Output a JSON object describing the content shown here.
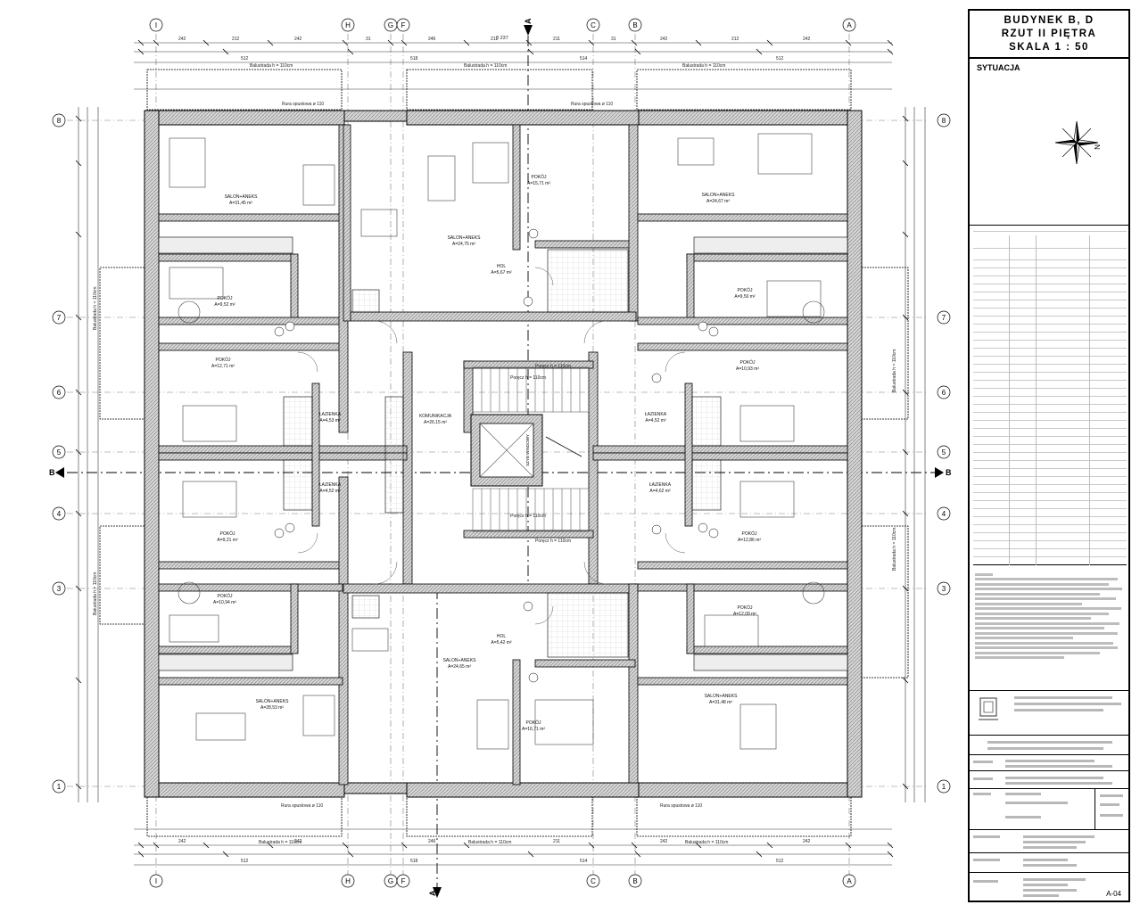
{
  "title_block": {
    "line1": "BUDYNEK B, D",
    "line2": "RZUT II PIĘTRA",
    "line3": "SKALA 1 : 50",
    "situation_label": "SYTUACJA",
    "north_label": "N",
    "sheet_number": "A-04"
  },
  "axes": {
    "top": [
      "I",
      "H",
      "G",
      "F",
      "C",
      "B",
      "A"
    ],
    "bottom": [
      "I",
      "H",
      "G",
      "F",
      "C",
      "B",
      "A"
    ],
    "left": [
      "8",
      "7",
      "6",
      "5",
      "4",
      "3",
      "1"
    ],
    "right": [
      "8",
      "7",
      "6",
      "5",
      "4",
      "3",
      "1"
    ]
  },
  "section_markers": {
    "aa_top": "A",
    "aa_bottom": "A",
    "bb_left": "B",
    "bb_right": "B"
  },
  "rooms": [
    {
      "name": "SALON+ANEKS",
      "area": "A=31,45 m²"
    },
    {
      "name": "SALON+ANEKS",
      "area": "A=24,75 m²"
    },
    {
      "name": "SALON+ANEKS",
      "area": "A=24,67 m²"
    },
    {
      "name": "SALON+ANEKS",
      "area": "A=28,53 m²"
    },
    {
      "name": "SALON+ANEKS",
      "area": "A=24,65 m²"
    },
    {
      "name": "SALON+ANEKS",
      "area": "A=31,48 m²"
    },
    {
      "name": "POKÓJ",
      "area": "A=9,52 m²"
    },
    {
      "name": "POKÓJ",
      "area": "A=15,71 m²"
    },
    {
      "name": "POKÓJ",
      "area": "A=9,50 m²"
    },
    {
      "name": "POKÓJ",
      "area": "A=12,71 m²"
    },
    {
      "name": "POKÓJ",
      "area": "A=10,93 m²"
    },
    {
      "name": "POKÓJ",
      "area": "A=9,21 m²"
    },
    {
      "name": "POKÓJ",
      "area": "A=12,86 m²"
    },
    {
      "name": "POKÓJ",
      "area": "A=10,94 m²"
    },
    {
      "name": "POKÓJ",
      "area": "A=12,09 m²"
    },
    {
      "name": "POKÓJ",
      "area": "A=16,71 m²"
    },
    {
      "name": "ŁAZIENKA",
      "area": "A=4,53 m²"
    },
    {
      "name": "ŁAZIENKA",
      "area": "A=4,52 m²"
    },
    {
      "name": "ŁAZIENKA",
      "area": "A=4,52 m²"
    },
    {
      "name": "ŁAZIENKA",
      "area": "A=4,62 m²"
    },
    {
      "name": "HOL",
      "area": "A=5,67 m²"
    },
    {
      "name": "HOL",
      "area": "A=5,42 m²"
    },
    {
      "name": "KOMUNIKACJA",
      "area": "A=26,15 m²"
    }
  ],
  "labels": {
    "balcony_top": "Balustrada h = 110cm",
    "balcony_bottom": "Balustrada h = 110cm",
    "downpipe": "Rura spustowa ø 110",
    "handrail": "Poręcz h = 110cm",
    "balcony_side": "Balustrada h = 110cm",
    "lift": "SZYB WINDOWY",
    "total_dim": "3 237"
  }
}
